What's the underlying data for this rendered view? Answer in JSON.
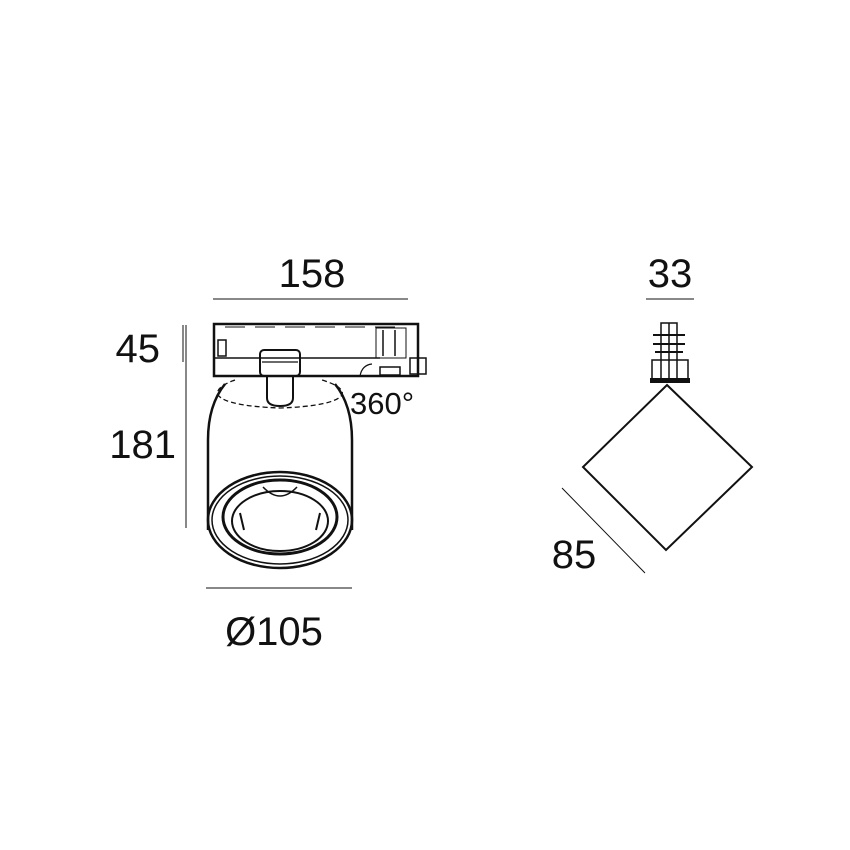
{
  "front_view": {
    "width_label": "158",
    "adapter_height_label": "45",
    "body_height_label": "181",
    "diameter_label": "Ø105",
    "rotation_label": "360°"
  },
  "side_view": {
    "width_label": "33",
    "diagonal_label": "85"
  }
}
